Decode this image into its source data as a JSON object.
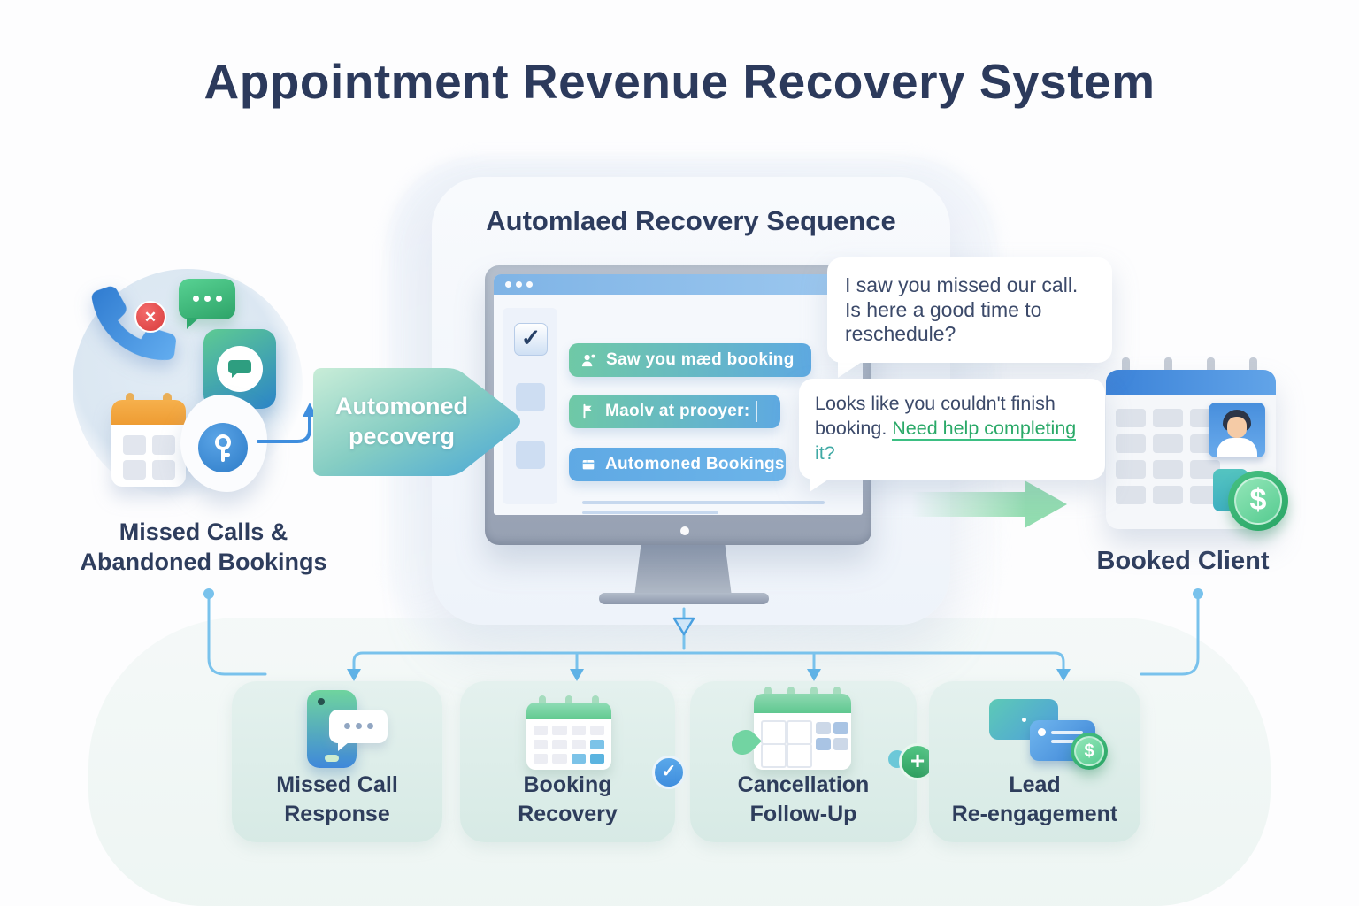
{
  "title": "Appointment Revenue Recovery System",
  "center_panel": {
    "heading": "Automlaed Recovery Sequence",
    "screen_buttons": [
      {
        "icon": "person-pin-icon",
        "label": "Saw you mæd booking"
      },
      {
        "icon": "flag-icon",
        "label": "Maolv at prooyer:"
      },
      {
        "icon": "box-icon",
        "label": "Automoned Bookings"
      }
    ]
  },
  "speech_bubbles": {
    "missed_call_text": "I saw you missed our call. Is here a good time to reschedule?",
    "booking_prefix": "Looks like you couldn't finish booking. ",
    "booking_link": "Need help completing",
    "booking_suffix": " it?"
  },
  "flow": {
    "source_label_line1": "Missed Calls &",
    "source_label_line2": "Abandoned Bookings",
    "arrow_label_line1": "Automoned",
    "arrow_label_line2": "pecoverg",
    "result_label": "Booked Client"
  },
  "cards": [
    {
      "icon": "phone-chat-icon",
      "line1": "Missed Call",
      "line2": "Response"
    },
    {
      "icon": "calendar-check-icon",
      "line1": "Booking",
      "line2": "Recovery"
    },
    {
      "icon": "calendar-plus-icon",
      "line1": "Cancellation",
      "line2": "Follow-Up"
    },
    {
      "icon": "cards-dollar-icon",
      "line1": "Lead",
      "line2": "Re-engagement"
    }
  ],
  "glyphs": {
    "check": "✓",
    "cross": "✕",
    "plus": "+",
    "dollar": "$"
  },
  "colors": {
    "navy_text": "#2c3a5c",
    "connector_blue": "#79c2ec",
    "button_gradient": "#6fc9a6 → #5ea9e1",
    "link_green": "#2aa968",
    "arrow_green": "#92dcb0",
    "card_bg": "#dcede8"
  }
}
